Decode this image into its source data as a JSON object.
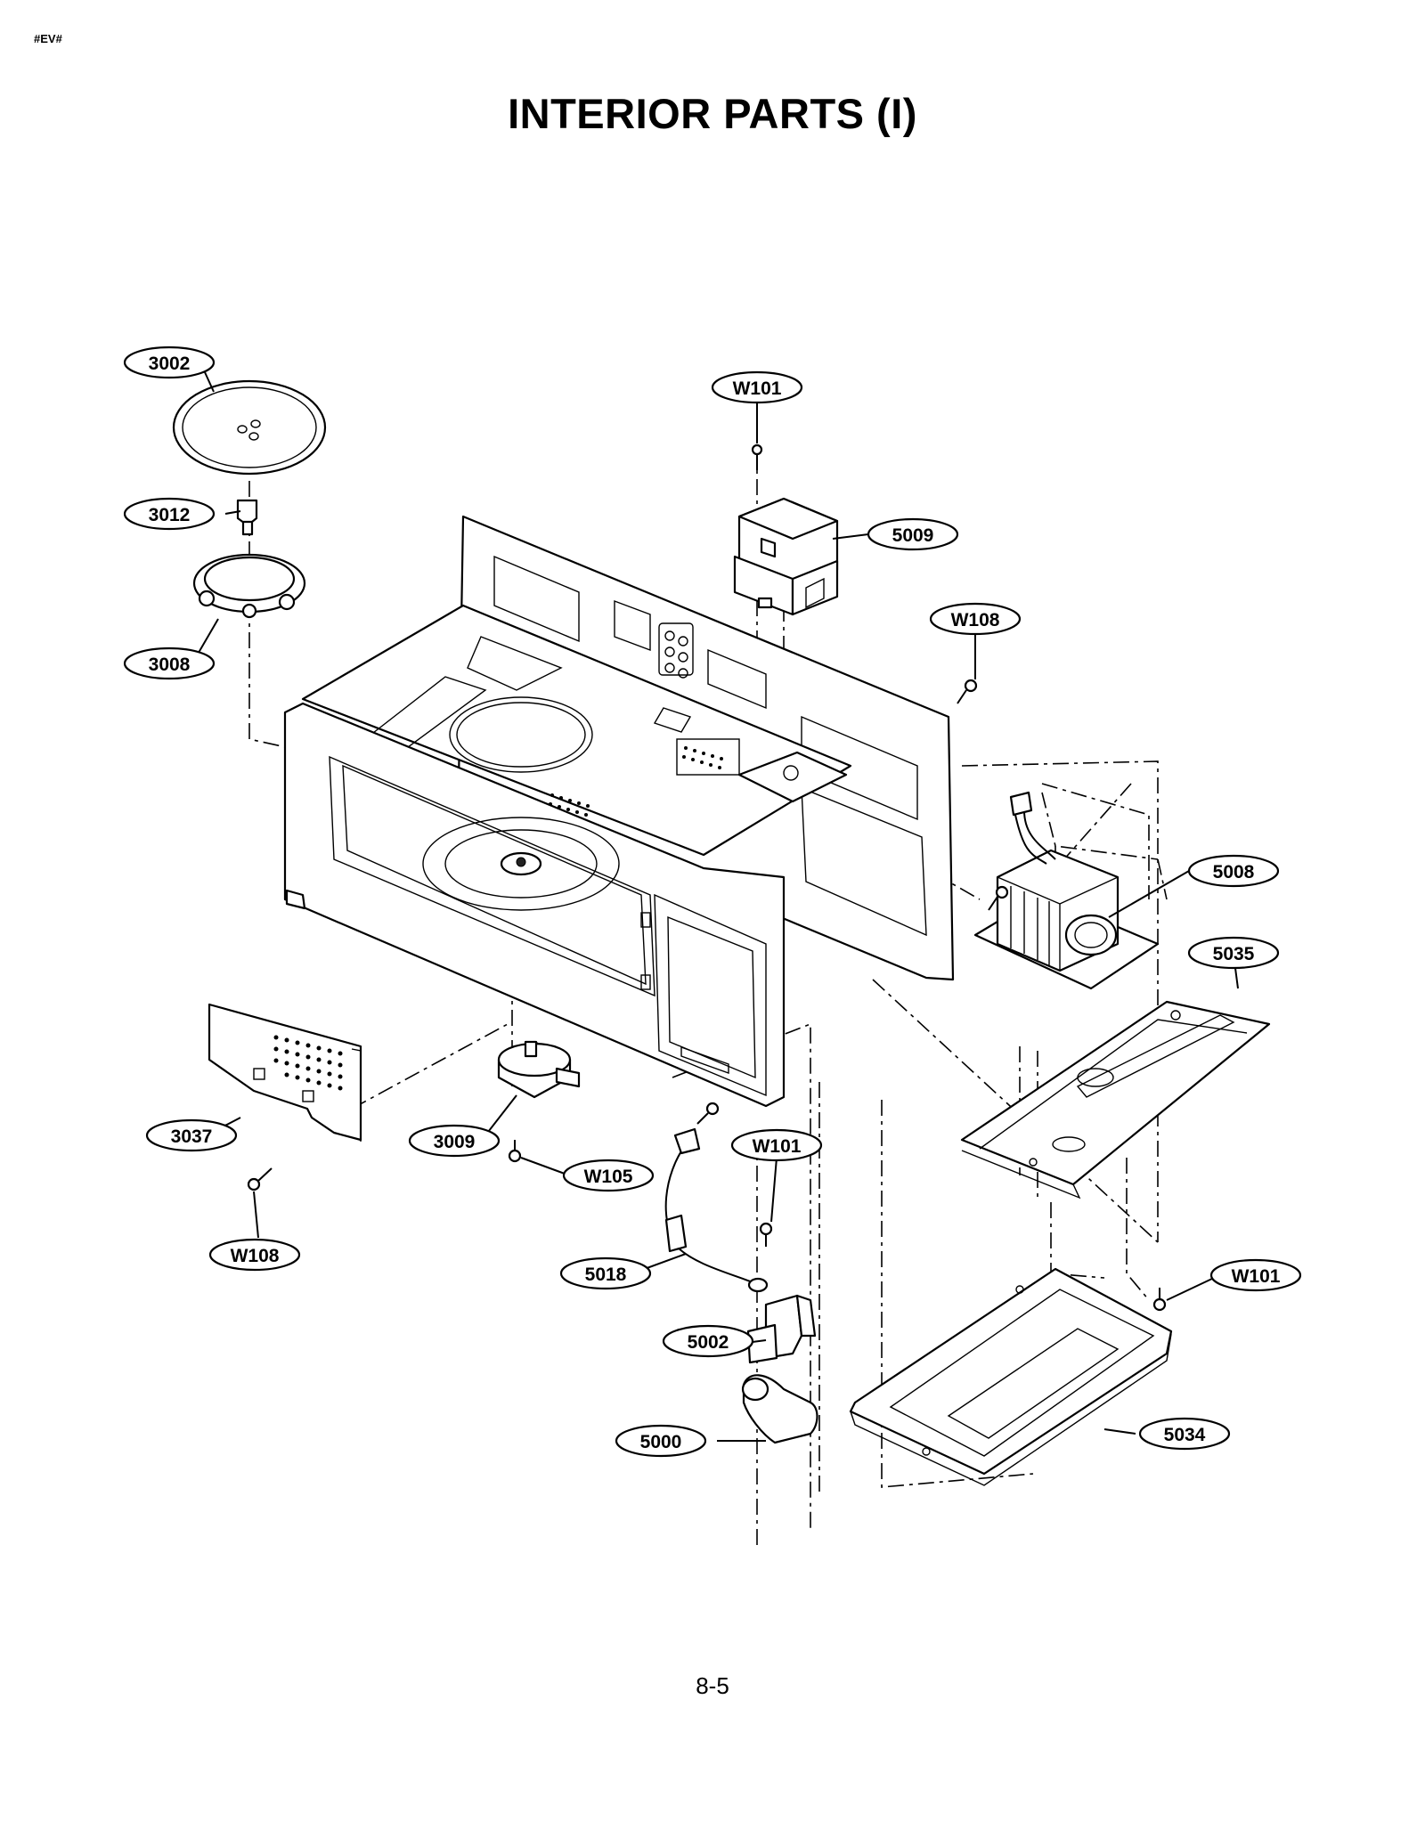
{
  "header": {
    "corner_tag": "#EV#",
    "title": "INTERIOR PARTS (I)"
  },
  "footer": {
    "page_number": "8-5"
  },
  "callouts": [
    {
      "id": "c-3002",
      "label": "3002"
    },
    {
      "id": "c-3012",
      "label": "3012"
    },
    {
      "id": "c-3008",
      "label": "3008"
    },
    {
      "id": "c-w101-top",
      "label": "W101"
    },
    {
      "id": "c-5009",
      "label": "5009"
    },
    {
      "id": "c-w108-right",
      "label": "W108"
    },
    {
      "id": "c-5008",
      "label": "5008"
    },
    {
      "id": "c-5035",
      "label": "5035"
    },
    {
      "id": "c-3037",
      "label": "3037"
    },
    {
      "id": "c-3009",
      "label": "3009"
    },
    {
      "id": "c-w105",
      "label": "W105"
    },
    {
      "id": "c-w101-mid",
      "label": "W101"
    },
    {
      "id": "c-w108-left",
      "label": "W108"
    },
    {
      "id": "c-5018",
      "label": "5018"
    },
    {
      "id": "c-w101-right",
      "label": "W101"
    },
    {
      "id": "c-5002",
      "label": "5002"
    },
    {
      "id": "c-5000",
      "label": "5000"
    },
    {
      "id": "c-5034",
      "label": "5034"
    }
  ]
}
